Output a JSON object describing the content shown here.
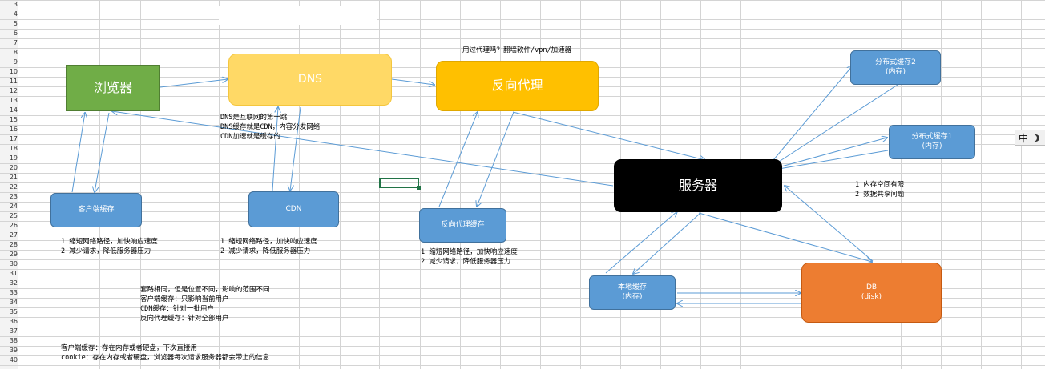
{
  "row_numbers": [
    "3",
    "4",
    "5",
    "6",
    "7",
    "8",
    "9",
    "10",
    "11",
    "12",
    "13",
    "14",
    "15",
    "16",
    "17",
    "18",
    "19",
    "20",
    "21",
    "22",
    "23",
    "24",
    "25",
    "26",
    "27",
    "28",
    "29",
    "30",
    "31",
    "32",
    "33",
    "34",
    "35",
    "36",
    "37",
    "38",
    "39",
    "40"
  ],
  "nodes": {
    "browser": "浏览器",
    "dns": "DNS",
    "reverse_proxy": "反向代理",
    "server": "服务器",
    "client_cache": "客户端缓存",
    "cdn": "CDN",
    "reverse_proxy_cache": "反向代理缓存",
    "distributed_cache_2": "分布式缓存2\n(内存)",
    "distributed_cache_1": "分布式缓存1\n(内存)",
    "local_cache": "本地缓存\n(内存)",
    "db": "DB\n(disk)"
  },
  "notes": {
    "proxy_question": "用过代理吗？翻墙软件/vpn/加速器",
    "dns_notes": [
      "DNS是互联网的第一跳",
      "DNS缓存就是CDN，内容分发网络",
      "CDN加速就是缓存的"
    ],
    "client_cache_notes": [
      "1 缩短网络路径，加快响应速度",
      "2 减少请求，降低服务器压力"
    ],
    "cdn_notes": [
      "1 缩短网络路径，加快响应速度",
      "2 减少请求，降低服务器压力"
    ],
    "reverse_proxy_cache_notes": [
      "1 缩短网络路径，加快响应速度",
      "2 减少请求，降低服务器压力"
    ],
    "memory_notes": [
      "1 内存空间有限",
      "2 数据共享问题"
    ],
    "comparison_notes": [
      "套路相同，但是位置不同，影响的范围不同",
      "客户端缓存：只影响当前用户",
      "CDN缓存：针对一批用户",
      "反向代理缓存：针对全部用户"
    ],
    "storage_notes": [
      "客户端缓存：存在内存或者硬盘，下次直接用",
      "cookie：存在内存或者硬盘，浏览器每次请求服务器都会带上的信息"
    ]
  },
  "ime": {
    "label": "中"
  },
  "colors": {
    "browser": "#70ad47",
    "dns": "#ffd966",
    "reverse_proxy": "#ffc000",
    "server": "#000000",
    "cache_blue": "#5b9bd5",
    "db": "#ed7d31",
    "arrow": "#5b9bd5"
  }
}
